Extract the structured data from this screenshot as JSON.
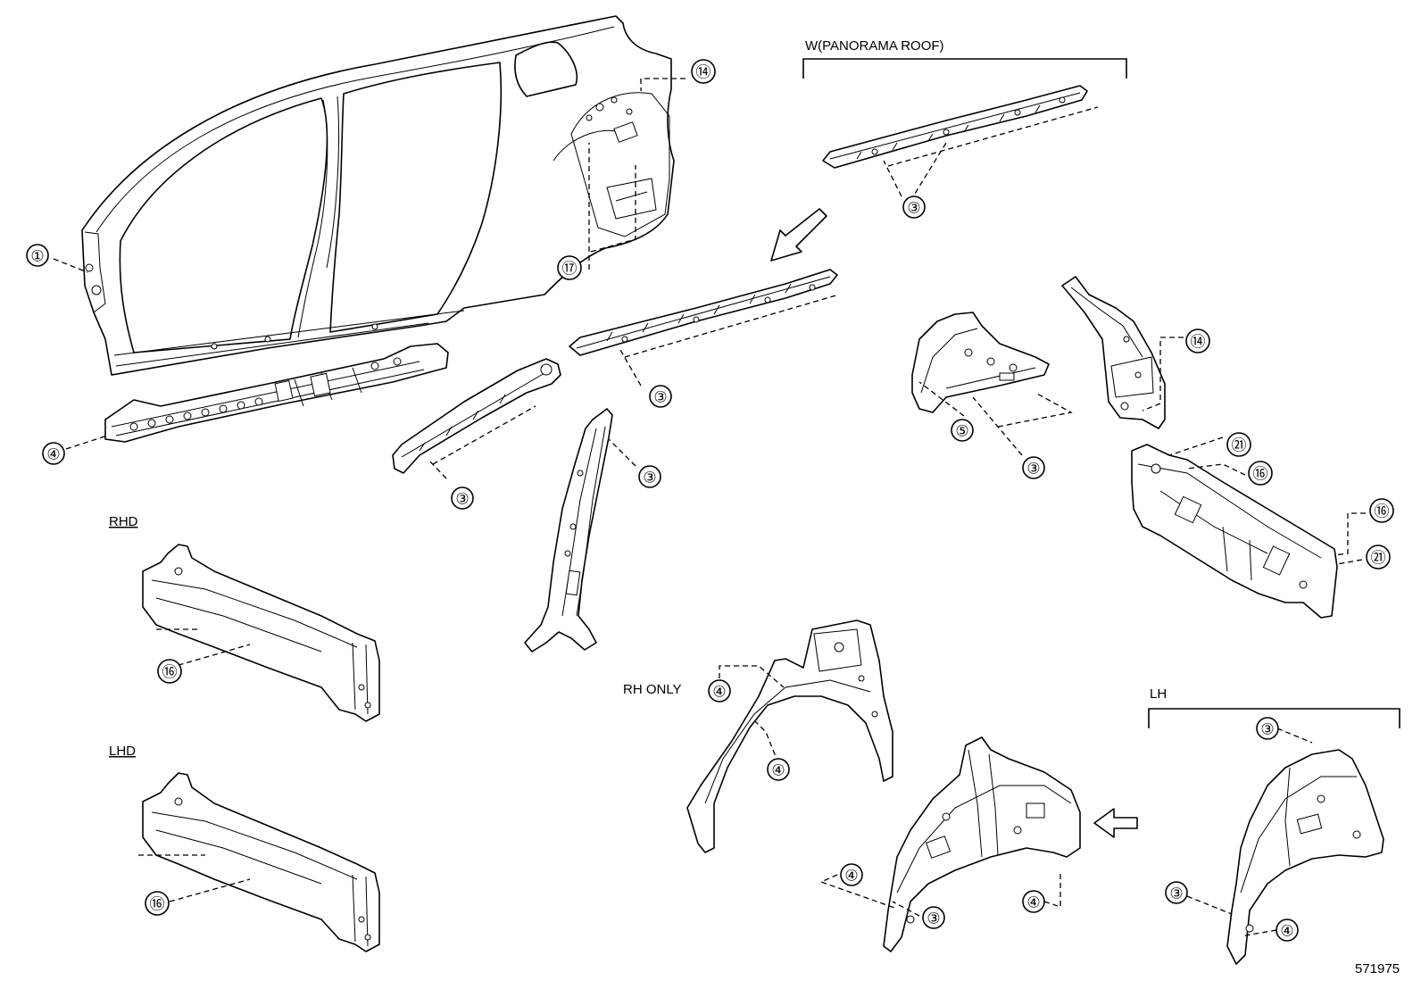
{
  "diagram": {
    "code": "571975",
    "labels": {
      "panorama": "W(PANORAMA ROOF)",
      "rhd": "RHD",
      "lhd": "LHD",
      "rh_only": "RH ONLY",
      "lh": "LH"
    },
    "callouts": [
      {
        "id": "c-1",
        "num": "①"
      },
      {
        "id": "c-4a",
        "num": "④"
      },
      {
        "id": "c-14a",
        "num": "⑭"
      },
      {
        "id": "c-17",
        "num": "⑰"
      },
      {
        "id": "c-3a",
        "num": "③"
      },
      {
        "id": "c-3b",
        "num": "③"
      },
      {
        "id": "c-3c",
        "num": "③"
      },
      {
        "id": "c-3d",
        "num": "③"
      },
      {
        "id": "c-3e",
        "num": "③"
      },
      {
        "id": "c-5",
        "num": "⑤"
      },
      {
        "id": "c-14b",
        "num": "⑭"
      },
      {
        "id": "c-21a",
        "num": "㉑"
      },
      {
        "id": "c-16a",
        "num": "⑯"
      },
      {
        "id": "c-16b",
        "num": "⑯"
      },
      {
        "id": "c-21b",
        "num": "㉑"
      },
      {
        "id": "c-16c",
        "num": "⑯"
      },
      {
        "id": "c-16d",
        "num": "⑯"
      },
      {
        "id": "c-4b",
        "num": "④"
      },
      {
        "id": "c-4c",
        "num": "④"
      },
      {
        "id": "c-4d",
        "num": "④"
      },
      {
        "id": "c-3f",
        "num": "③"
      },
      {
        "id": "c-4e",
        "num": "④"
      },
      {
        "id": "c-3g",
        "num": "③"
      },
      {
        "id": "c-3h",
        "num": "③"
      },
      {
        "id": "c-4f",
        "num": "④"
      }
    ]
  }
}
